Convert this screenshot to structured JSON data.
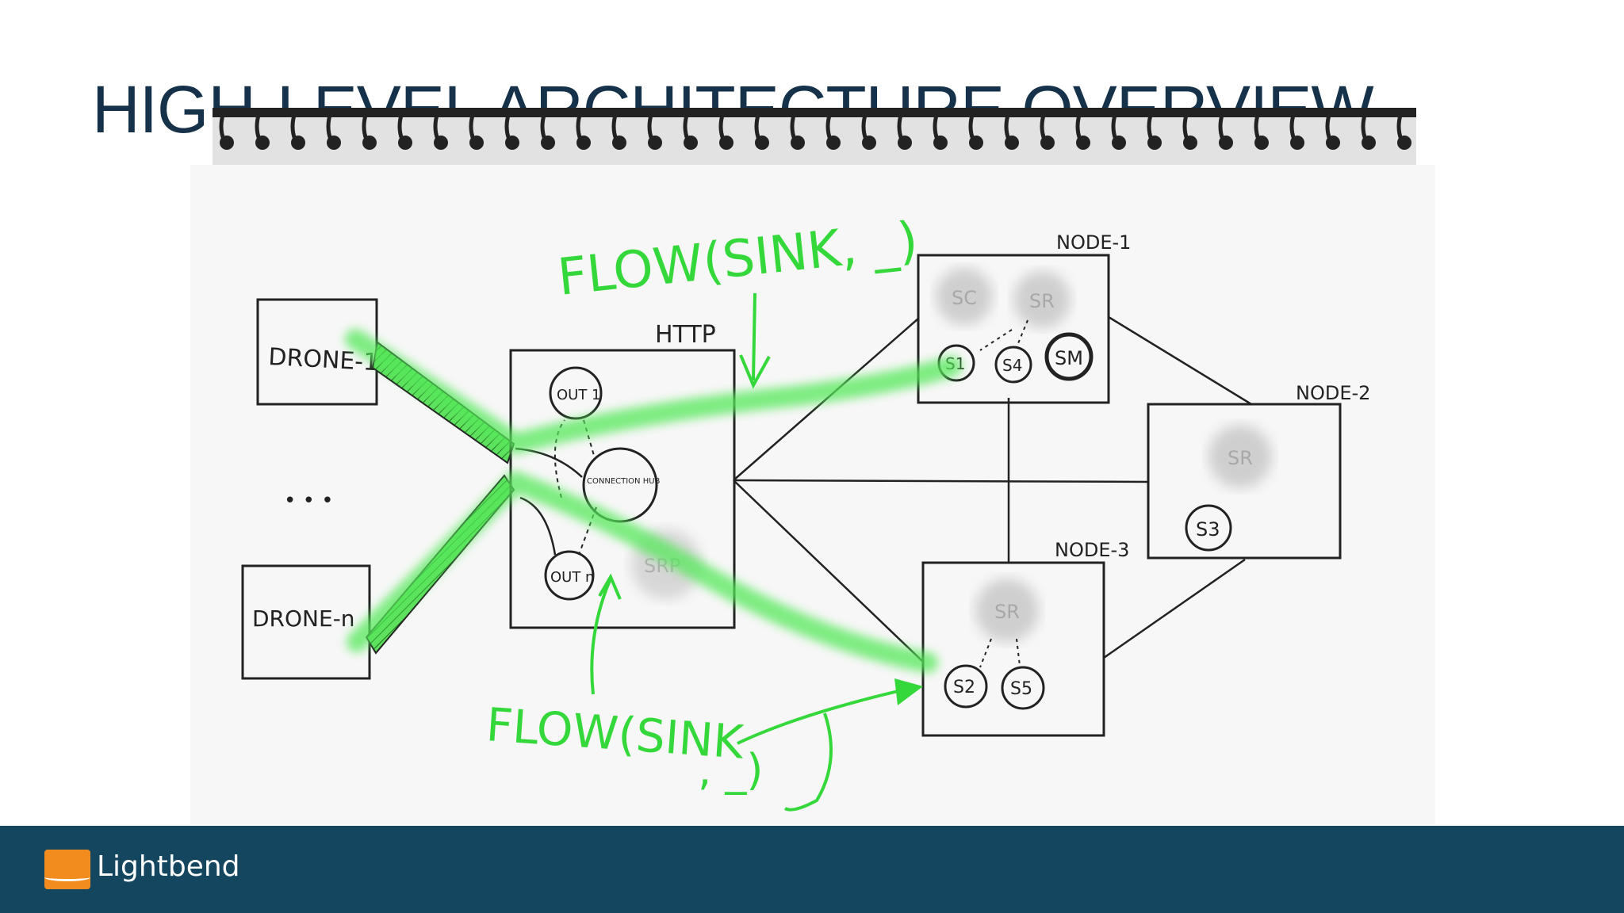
{
  "slide": {
    "title": "HIGH-LEVEL ARCHITECTURE OVERVIEW"
  },
  "diagram": {
    "drones": {
      "first": "DRONE-1",
      "last": "DRONE-n",
      "ellipsis": "• • •"
    },
    "http_box": {
      "label": "HTTP",
      "out1": "OUT 1",
      "hub": "CONNECTION HUB",
      "outn": "OUT n",
      "srp": "SRP"
    },
    "node1": {
      "label": "NODE-1",
      "sc": "SC",
      "sr": "SR",
      "s1": "S1",
      "s4": "S4",
      "sm": "SM"
    },
    "node2": {
      "label": "NODE-2",
      "sr": "SR",
      "s3": "S3"
    },
    "node3": {
      "label": "NODE-3",
      "sr": "SR",
      "s2": "S2",
      "s5": "S5"
    },
    "flow_top": "FLOW(SINK, _)",
    "flow_bottom_1": "FLOW(SINK",
    "flow_bottom_2": ", _)"
  },
  "footer": {
    "brand": "Lightbend"
  },
  "colors": {
    "accent": "#f28c1e",
    "footer_bg": "#144660",
    "title": "#16324a",
    "highlight": "#55e85a"
  }
}
